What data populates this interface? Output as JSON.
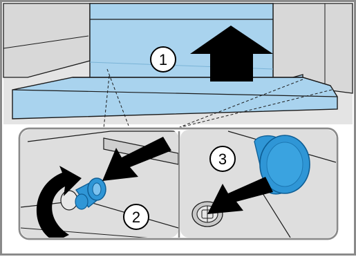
{
  "steps": [
    {
      "number": "1"
    },
    {
      "number": "2"
    },
    {
      "number": "3"
    }
  ],
  "colors": {
    "frame": "#8a8a8a",
    "background": "#e3e3e3",
    "hood_blue": "#a9d3ee",
    "filter_blue": "#2f96d6",
    "filter_dark": "#0d5d94",
    "arrow": "#000000",
    "outline": "#1a1a1a"
  },
  "icons": [
    "arrow-up-icon",
    "arrow-down-left-icon",
    "curved-rotate-arrow-icon",
    "filter-cap-icon",
    "pull-out-arrow-icon"
  ]
}
